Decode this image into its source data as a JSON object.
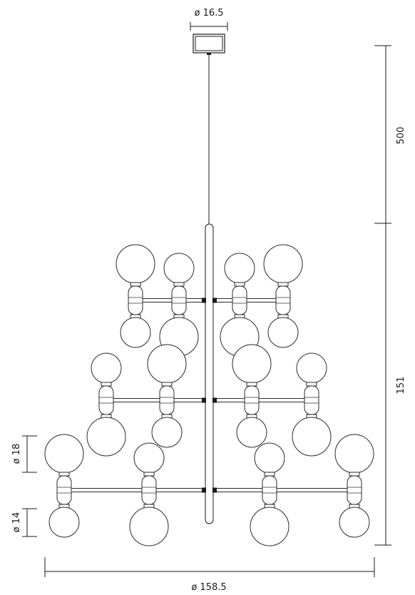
{
  "dimensions": {
    "canopy_diameter": "ø 16.5",
    "cable_length": "500",
    "body_height": "151",
    "large_globe_diameter": "ø 18",
    "small_globe_diameter": "ø 14",
    "overall_diameter": "ø 158.5"
  }
}
